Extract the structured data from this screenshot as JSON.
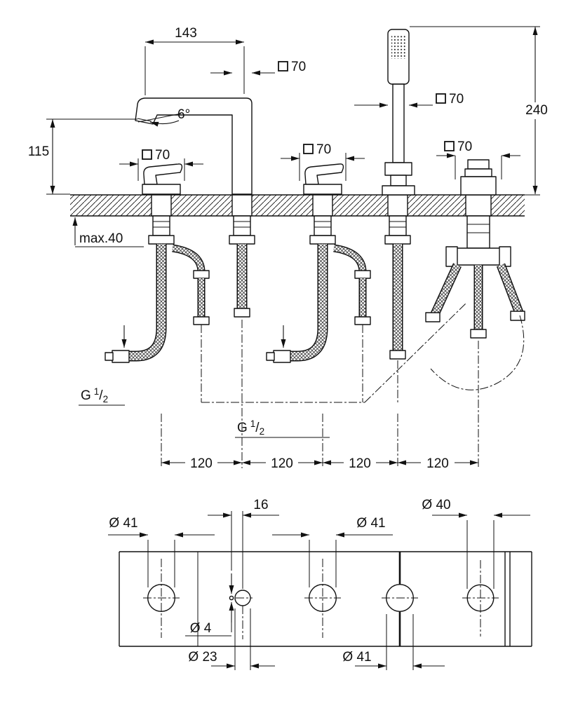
{
  "labels": {
    "dim143": "143",
    "square70": "70",
    "dim240": "240",
    "dim115": "115",
    "angle6": "6°",
    "max40": "max.40",
    "dim120": "120",
    "g": "G",
    "g_num": "1",
    "g_slash": "/",
    "g_den": "2",
    "dia41": "Ø 41",
    "dim16": "16",
    "dia40": "Ø 40",
    "dia4": "Ø 4",
    "dia23": "Ø 23"
  }
}
